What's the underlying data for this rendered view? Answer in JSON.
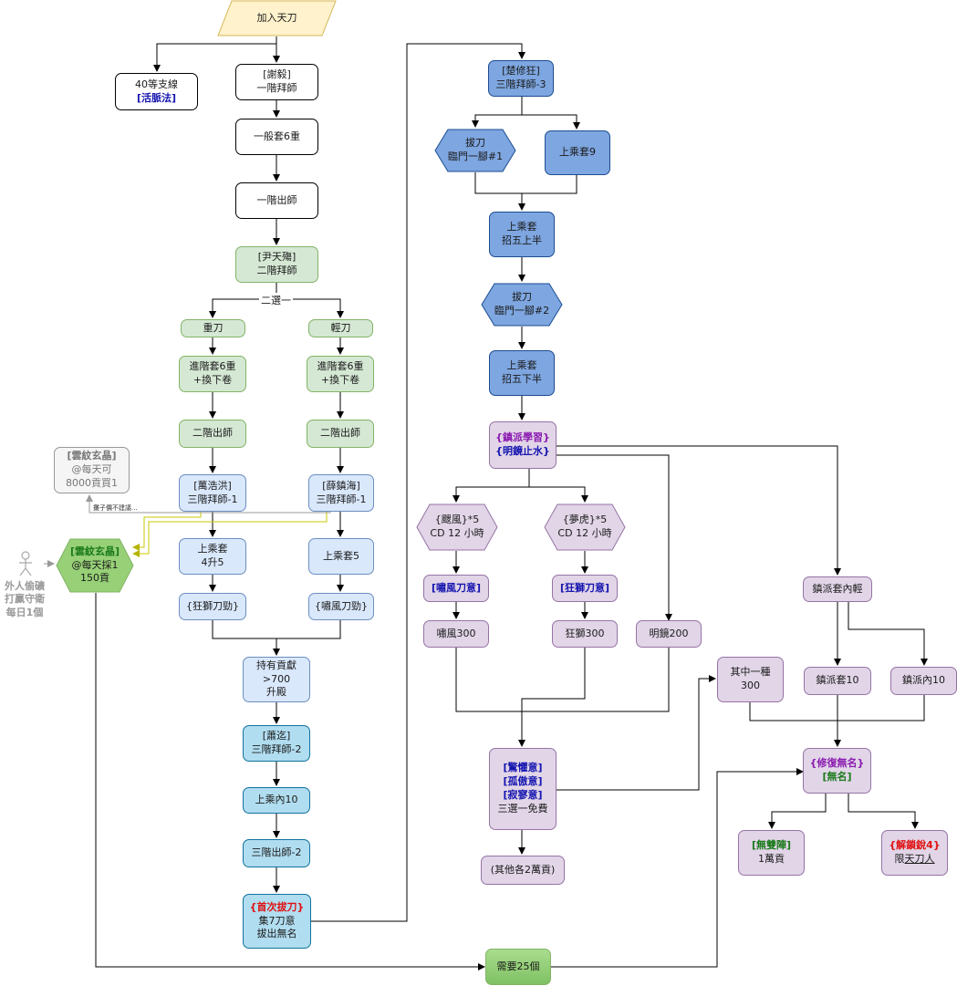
{
  "nodes": {
    "join": "加入天刀",
    "lv40": [
      "40等支線",
      "[活脈法]"
    ],
    "xie": [
      "[謝毅]",
      "一階拜師"
    ],
    "general6": "一般套6重",
    "grad1": "一階出師",
    "yin": [
      "[尹天殤]",
      "二階拜師"
    ],
    "choose2": "二選一",
    "heavy": "重刀",
    "light": "輕刀",
    "adv_l": [
      "進階套6重",
      "+換下卷"
    ],
    "adv_r": [
      "進階套6重",
      "+換下卷"
    ],
    "grad2_l": "二階出師",
    "grad2_r": "二階出師",
    "wan": [
      "[萬浩洪]",
      "三階拜師-1"
    ],
    "xue": [
      "[薛鎮海]",
      "三階拜師-1"
    ],
    "cloud_buy": [
      "[雲紋玄晶]",
      "@每天可",
      "8000貢買1"
    ],
    "buy_note": "攤子價不建議...",
    "cloud_collect": [
      "[雲紋玄晶]",
      "@每天採1",
      "150貢"
    ],
    "outside": [
      "外人偷礦",
      "打贏守衛",
      "每日1個"
    ],
    "up4": [
      "上乘套",
      "4升5"
    ],
    "up5": "上乘套5",
    "kuangshi": "{狂獅刀勁}",
    "xiaofeng": "{嘯風刀勁}",
    "contrib": [
      "持有貢獻",
      ">700",
      "升殿"
    ],
    "xiaoqi": [
      "[蕭迄]",
      "三階拜師-2"
    ],
    "upinner10": "上乘內10",
    "grad3": "三階出師-2",
    "firstdraw": [
      "{首次拔刀}",
      "集7刀意",
      "拔出無名"
    ],
    "need25": "需要25個",
    "chu": [
      "[楚修狂]",
      "三階拜師-3"
    ],
    "draw1": [
      "拔刀",
      "臨門一腳#1"
    ],
    "up9": "上乘套9",
    "upper_half": [
      "上乘套",
      "招五上半"
    ],
    "draw2": [
      "拔刀",
      "臨門一腳#2"
    ],
    "lower_half": [
      "上乘套",
      "招五下半"
    ],
    "zhenpai": [
      "{鎮派學習}",
      "{明鏡止水}"
    ],
    "hex_feng": [
      "{颼風}*5",
      "CD 12 小時"
    ],
    "hex_hu": [
      "{夢虎}*5",
      "CD 12 小時"
    ],
    "xiaofeng_yi": "[嘯風刀意]",
    "kuangshi_yi": "[狂獅刀意]",
    "xf300": "嘯風300",
    "ks300": "狂獅300",
    "mj200": "明鏡200",
    "pick300": [
      "其中一種",
      "300"
    ],
    "zp_inner": "鎮派套內輕",
    "zp10": "鎮派套10",
    "zpn10": "鎮派內10",
    "three": [
      "[驚懼意]",
      "[孤傲意]",
      "[寂寥意]",
      "三選一免費"
    ],
    "others": "(其他各2萬貢)",
    "restore": [
      "{修復無名}",
      "[無名]"
    ],
    "wushuang": [
      "[無雙陣]",
      "1萬貢"
    ],
    "unlock": [
      "{解鎖銳4}",
      "限",
      "天刀人"
    ]
  },
  "colors": {
    "green_fill": "#d5e8d4",
    "blue_light": "#dae8fc",
    "blue_mid": "#b1ddf0",
    "blue_dark": "#7ea6e0",
    "purple": "#e1d5e7",
    "yellow": "#fff2cc",
    "grey": "#f5f5f5",
    "gold_link": "#c8c800",
    "label_blue": "#1515b0",
    "label_red": "#e01010",
    "label_purple": "#8a1ab0",
    "label_green": "#1a7a1a"
  },
  "icons": {
    "actor": "stick-figure-icon"
  }
}
